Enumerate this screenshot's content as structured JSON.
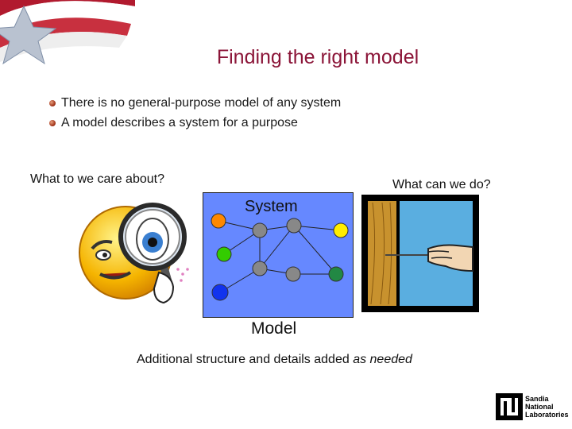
{
  "slide": {
    "title": "Finding the right model",
    "bullets": [
      "There is no general-purpose model of any system",
      "A model describes a system for a purpose"
    ],
    "left_caption": "What to we care about?",
    "right_caption": "What can we do?",
    "system_label": "System",
    "model_label": "Model",
    "footer_text": "Additional structure and details added",
    "footer_emphasis": "as needed"
  },
  "logo": {
    "lines": [
      "Sandia",
      "National",
      "Laboratories"
    ]
  },
  "colors": {
    "title": "#8b1538",
    "system_background": "#6688ff",
    "node_gray": "#888888",
    "node_orange": "#ff8800",
    "node_yellow": "#ffee00",
    "node_green": "#33cc00",
    "node_blue": "#1133ee",
    "node_darkgreen": "#228844"
  },
  "icons": [
    "flag-star-banner",
    "smiley-magnifier-icon",
    "hand-pin-wood-icon",
    "sandia-logo-icon"
  ]
}
